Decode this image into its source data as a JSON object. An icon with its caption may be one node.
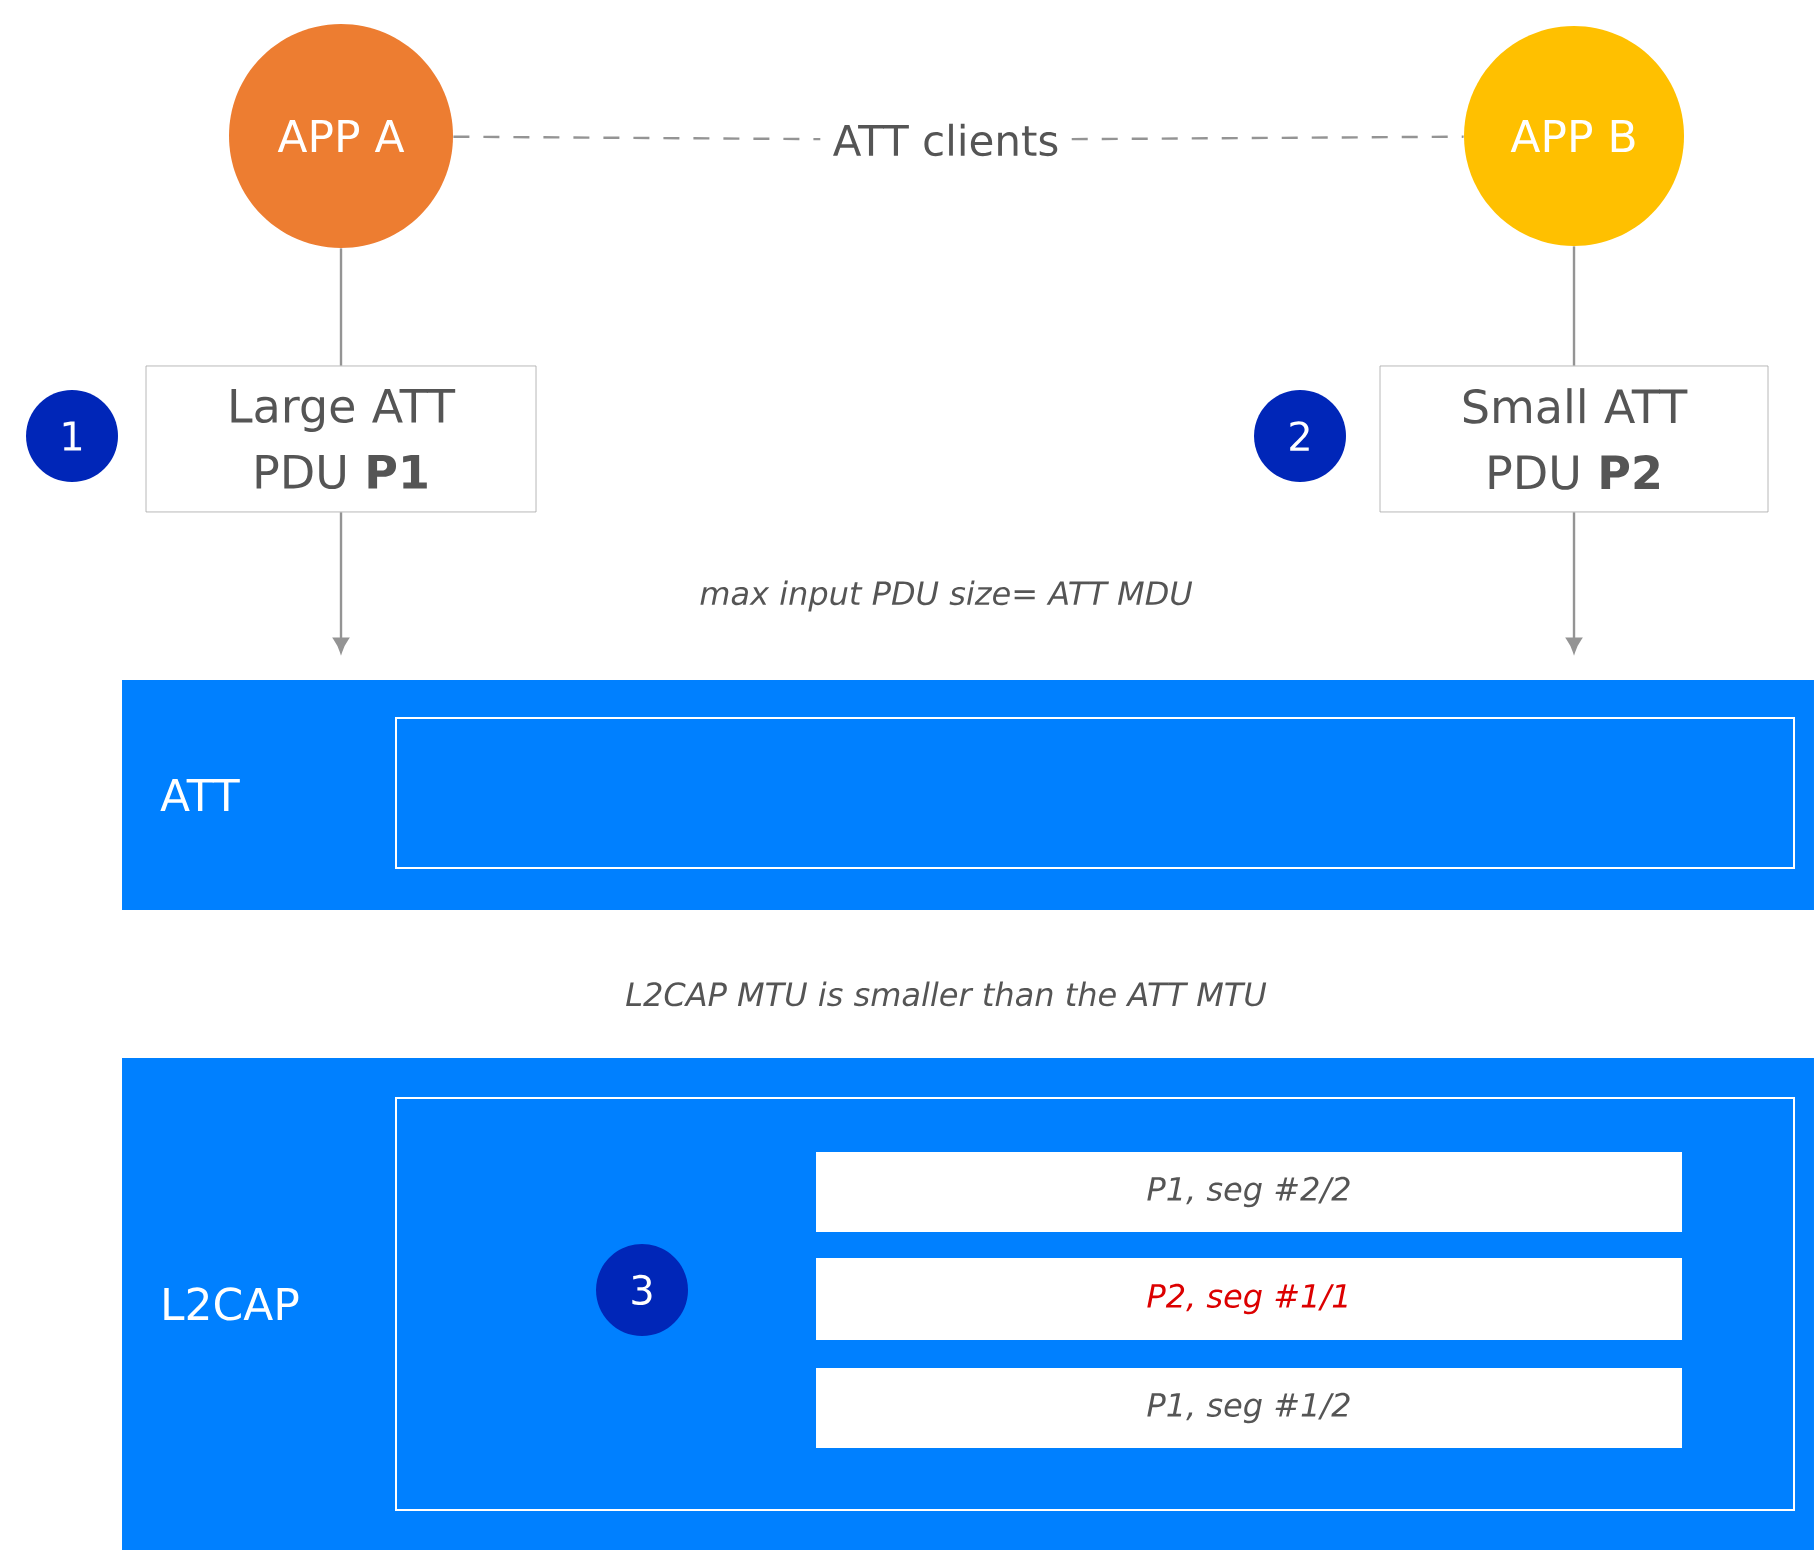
{
  "diagram": {
    "nodes": [
      {
        "text": [
          "APP A"
        ]
      },
      {
        "text": [
          "ATT clients"
        ]
      },
      {
        "text": [
          "APP B"
        ]
      },
      {
        "text": [
          "Large ATT PDU **P1**"
        ]
      },
      {
        "text": [
          "Small ATT PDU **P2**"
        ]
      },
      {
        "text": [
          "ATT"
        ]
      },
      {
        "text": [],
        "shape": "box",
        "in": 5
      },
      {
        "text": [
          "L2CAP"
        ]
      },
      {
        "text": [],
        "shape": "box",
        "in": 7
      },
      {
        "text": [
          "P1, seg #2/2"
        ],
        "in": 8
      },
      {
        "text": [
          "P2, seg #1/1"
        ],
        "in": 8
      },
      {
        "text": [
          "P1, seg #1/2"
        ],
        "in": 8
      }
    ],
    "edges": [
      {
        "from": 0,
        "to": 1,
        "arrow": "none",
        "style": "dashed"
      },
      {
        "from": 1,
        "to": 2,
        "arrow": "none",
        "style": "dashed"
      },
      {
        "from": 0,
        "to": 3,
        "arrow": "none"
      },
      {
        "from": 2,
        "to": 4,
        "arrow": "none"
      },
      {
        "from": 3,
        "to": 5,
        "arrow": "to"
      },
      {
        "from": 4,
        "to": 5,
        "arrow": "to"
      }
    ],
    "labels": [
      "1",
      "2",
      "max input PDU size= ATT MDU",
      "L2CAP MTU is smaller than the ATT MTU",
      "3"
    ]
  }
}
